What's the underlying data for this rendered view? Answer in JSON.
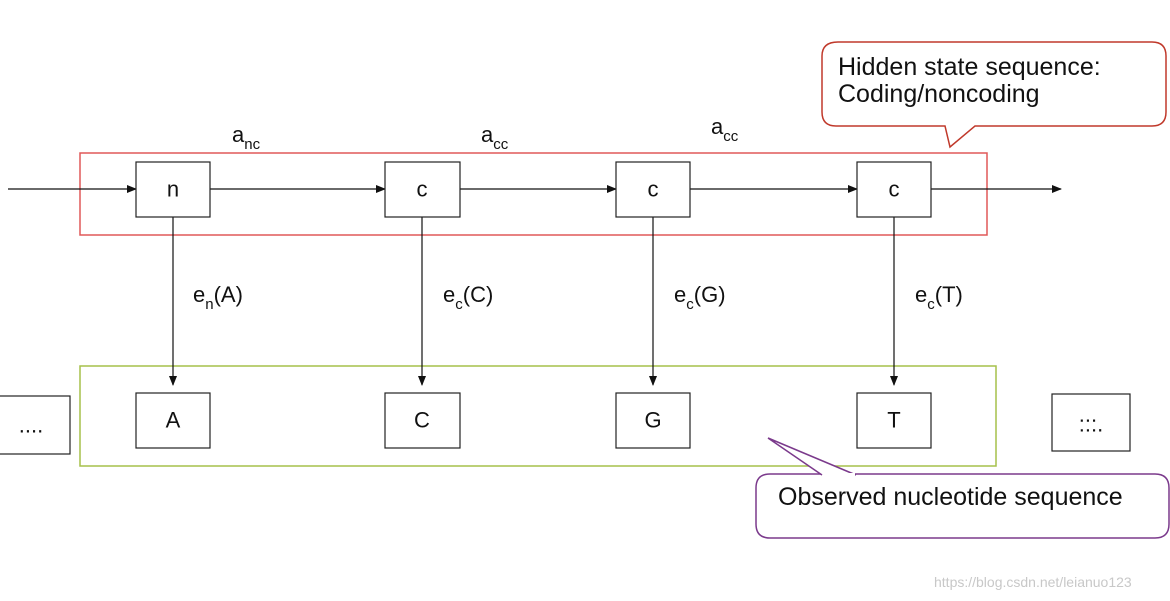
{
  "hidden_states": [
    "n",
    "c",
    "c",
    "c"
  ],
  "observed": [
    "A",
    "C",
    "G",
    "T"
  ],
  "left_ellipsis": "....",
  "right_ellipsis": ":::.",
  "transitions": [
    {
      "base": "a",
      "sub": "nc"
    },
    {
      "base": "a",
      "sub": "cc"
    },
    {
      "base": "a",
      "sub": "cc"
    }
  ],
  "emissions": [
    {
      "base": "e",
      "sub": "n",
      "arg": "(A)"
    },
    {
      "base": "e",
      "sub": "c",
      "arg": "(C)"
    },
    {
      "base": "e",
      "sub": "c",
      "arg": "(G)"
    },
    {
      "base": "e",
      "sub": "c",
      "arg": "(T)"
    }
  ],
  "callouts": {
    "hidden": {
      "line1": "Hidden state sequence:",
      "line2": "Coding/noncoding"
    },
    "observed": {
      "text": "Observed nucleotide sequence"
    }
  },
  "watermark": "https://blog.csdn.net/leianuo123",
  "colors": {
    "hidden_group": "#e05858",
    "observed_group": "#a6c04a",
    "callout_border": "#c0392b",
    "callout2_border": "#7b3a8c",
    "line": "#111111"
  }
}
